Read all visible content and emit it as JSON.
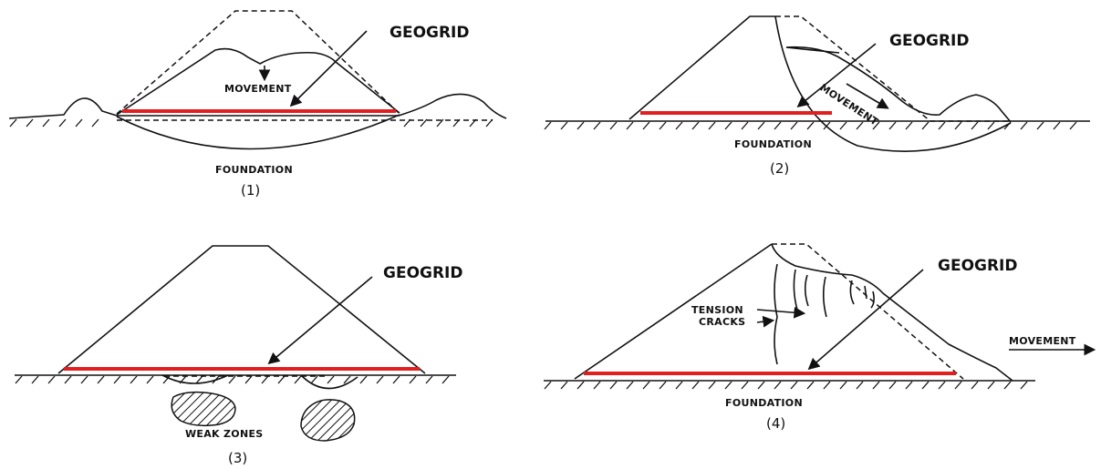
{
  "colors": {
    "geogrid": "#e21f1f",
    "ink": "#111111",
    "background": "#ffffff"
  },
  "panels": [
    {
      "number": "(1)",
      "geogrid": "GEOGRID",
      "labels": [
        "MOVEMENT",
        "FOUNDATION"
      ]
    },
    {
      "number": "(2)",
      "geogrid": "GEOGRID",
      "labels": [
        "MOVEMENT",
        "FOUNDATION"
      ]
    },
    {
      "number": "(3)",
      "geogrid": "GEOGRID",
      "labels": [
        "WEAK ZONES"
      ]
    },
    {
      "number": "(4)",
      "geogrid": "GEOGRID",
      "labels": [
        "TENSION",
        "CRACKS",
        "MOVEMENT",
        "FOUNDATION"
      ]
    }
  ]
}
